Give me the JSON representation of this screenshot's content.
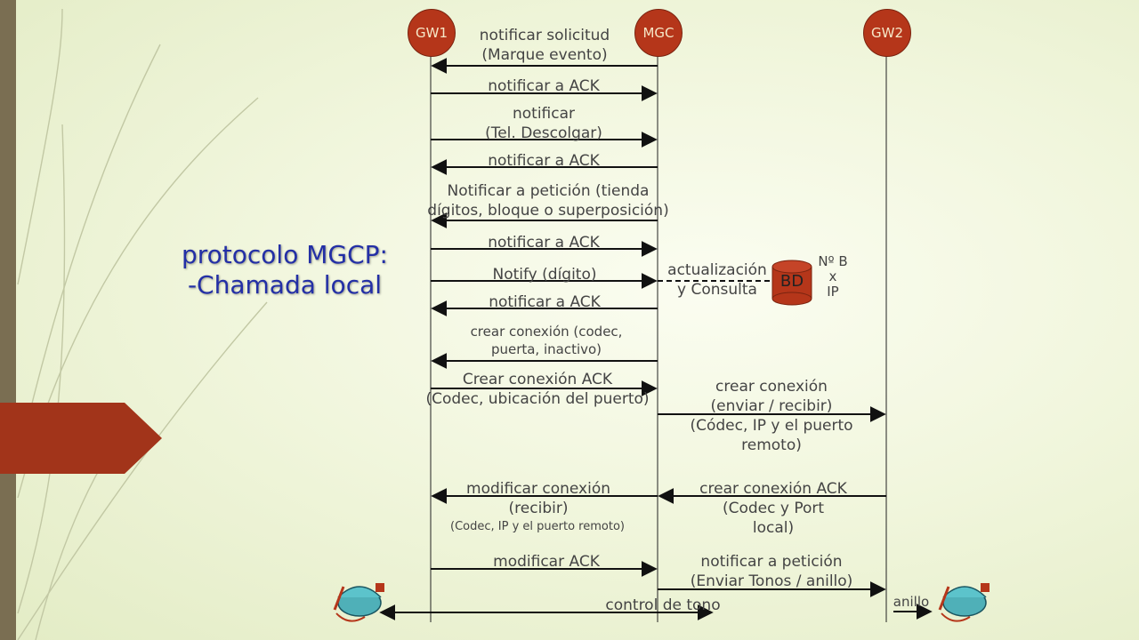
{
  "title": {
    "line1": "protocolo MGCP:",
    "line2": "-Chamada local"
  },
  "entities": {
    "gw1": "GW1",
    "mgc": "MGC",
    "gw2": "GW2"
  },
  "database": {
    "label": "BD",
    "note_line1": "Nº B",
    "note_line2": "x",
    "note_line3": "IP"
  },
  "messages": {
    "m1": {
      "line1": "notificar solicitud",
      "line2": "(Marque evento)"
    },
    "m2": {
      "line1": "notificar a ACK"
    },
    "m3": {
      "line1": "notificar",
      "line2": "(Tel. Descolgar)"
    },
    "m4": {
      "line1": "notificar a ACK"
    },
    "m5": {
      "line1": "Notificar a petición (tienda",
      "line2": "dígitos, bloque o superposición)"
    },
    "m6": {
      "line1": "notificar a ACK"
    },
    "m7": {
      "line1": "Notify (dígito)"
    },
    "m8": {
      "line1": "actualización",
      "line2": "y Consulta"
    },
    "m9": {
      "line1": "notificar a ACK"
    },
    "m10": {
      "line1": "crear conexión (codec,",
      "line2": "puerta, inactivo)"
    },
    "m11": {
      "line1": "Crear conexión ACK",
      "line2": "(Codec, ubicación del puerto)"
    },
    "m12": {
      "line1": "crear conexión",
      "line2": "(enviar / recibir)",
      "line3": "(Códec, IP y el puerto",
      "line4": "remoto)"
    },
    "m13": {
      "line1": "modificar conexión",
      "line2": "(recibir)",
      "line3": "(Codec, IP y el puerto remoto)"
    },
    "m14": {
      "line1": "crear conexión ACK",
      "line2": "(Codec y Port",
      "line3": "local)"
    },
    "m15": {
      "line1": "modificar ACK"
    },
    "m16": {
      "line1": "notificar a petición",
      "line2": "(Enviar Tonos / anillo)"
    },
    "m17": {
      "line1": "control de tono"
    },
    "m18": {
      "line1": "anillo"
    }
  },
  "colors": {
    "entity": "#b5361a",
    "title": "#232fa6",
    "accent_tab": "#a2341a",
    "sidebar": "#7a6e52"
  }
}
